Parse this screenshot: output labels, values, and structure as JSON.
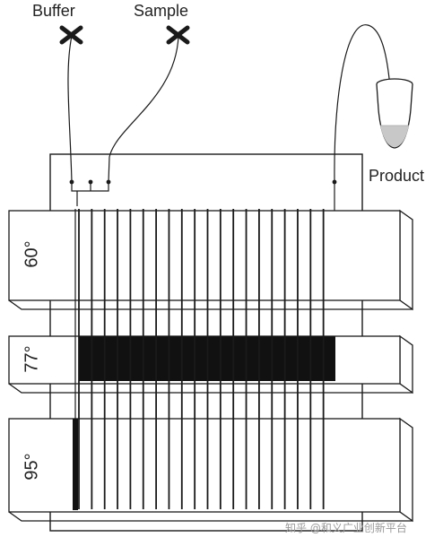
{
  "labels": {
    "buffer": "Buffer",
    "sample": "Sample",
    "product": "Product"
  },
  "zones": [
    {
      "label": "60°"
    },
    {
      "label": "77°"
    },
    {
      "label": "95°"
    }
  ],
  "watermark": "知乎 @和义广业创新平台",
  "colors": {
    "line": "#1a1a1a",
    "fill": "#111111",
    "tube_liquid": "#c8c8c8",
    "background": "#ffffff"
  }
}
